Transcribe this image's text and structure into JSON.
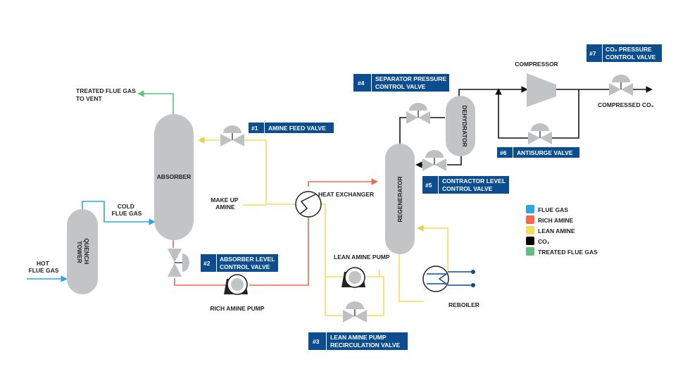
{
  "equipment": {
    "quench_tower": "QUENCH\nTOWER",
    "absorber": "ABSORBER",
    "regenerator": "REGENERATOR",
    "dehydrator": "DEHYDRATOR",
    "compressor": "COMPRESSOR",
    "heat_exchanger": "HEAT EXCHANGER",
    "reboiler": "REBOILER",
    "rich_amine_pump": "RICH AMINE PUMP",
    "lean_amine_pump": "LEAN AMINE PUMP"
  },
  "streams": {
    "hot_flue_gas": "HOT\nFLUE GAS",
    "cold_flue_gas": "COLD\nFLUE GAS",
    "treated_flue_gas": "TREATED FLUE GAS\nTO VENT",
    "make_up_amine": "MAKE UP\nAMINE",
    "compressed_co2": "COMPRESSED CO₂"
  },
  "valves": [
    {
      "num": "#1",
      "label": "AMINE FEED VALVE"
    },
    {
      "num": "#2",
      "label": "ABSORBER LEVEL\nCONTROL VALVE"
    },
    {
      "num": "#3",
      "label": "LEAN AMINE PUMP\nRECIRCULATION VALVE"
    },
    {
      "num": "#4",
      "label": "SEPARATOR PRESSURE\nCONTROL VALVE"
    },
    {
      "num": "#5",
      "label": "CONTRACTOR LEVEL\nCONTROL VALVE"
    },
    {
      "num": "#6",
      "label": "ANTISURGE VALVE"
    },
    {
      "num": "#7",
      "label": "CO₂ PRESSURE\nCONTROL VALVE"
    }
  ],
  "legend": [
    {
      "label": "FLUE GAS",
      "color": "#29a9df"
    },
    {
      "label": "RICH AMINE",
      "color": "#f06a4e"
    },
    {
      "label": "LEAN AMINE",
      "color": "#f4dc5a"
    },
    {
      "label": "CO₂",
      "color": "#000000"
    },
    {
      "label": "TREATED FLUE GAS",
      "color": "#5fbf7b"
    }
  ],
  "colors": {
    "flue_gas": "#29a9df",
    "rich_amine": "#f06a4e",
    "lean_amine": "#f4dc5a",
    "co2": "#000000",
    "treated_flue_gas": "#5fbf7b",
    "tag": "#0b4d8f"
  }
}
